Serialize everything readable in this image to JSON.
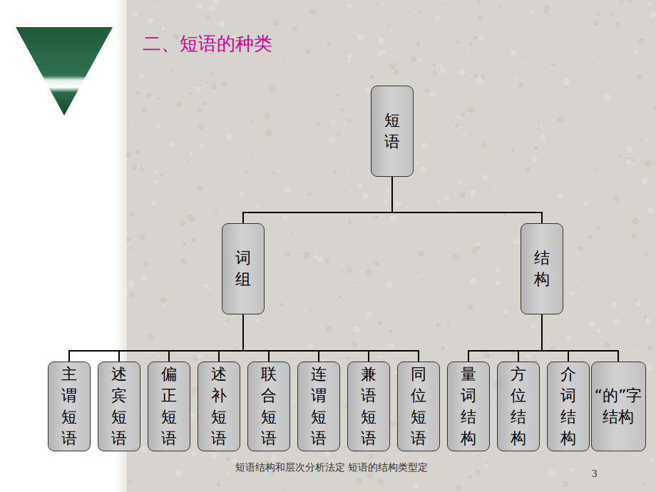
{
  "diagram": {
    "title": "二、短语的种类",
    "caption": "短语结构和层次分析法定 短语的结构类型定",
    "nodes": [
      {
        "text": [
          "短语"
        ]
      },
      {
        "text": [
          "词组"
        ]
      },
      {
        "text": [
          "结构"
        ]
      },
      {
        "text": [
          "主谓 短语"
        ]
      },
      {
        "text": [
          "述宾 短语"
        ]
      },
      {
        "text": [
          "偏正 短语"
        ]
      },
      {
        "text": [
          "述补 短语"
        ]
      },
      {
        "text": [
          "联合 短语"
        ]
      },
      {
        "text": [
          "连谓 短语"
        ]
      },
      {
        "text": [
          "兼语 短语"
        ]
      },
      {
        "text": [
          "同位 短语"
        ]
      },
      {
        "text": [
          "量词 结构"
        ]
      },
      {
        "text": [
          "方位 结构"
        ]
      },
      {
        "text": [
          "介词 结构"
        ]
      },
      {
        "text": [
          "“的”字 结构"
        ]
      }
    ],
    "edges": [
      {
        "from": 0,
        "to": 1,
        "arrow": "none"
      },
      {
        "from": 0,
        "to": 2,
        "arrow": "none"
      },
      {
        "from": 1,
        "to": 3,
        "arrow": "none"
      },
      {
        "from": 1,
        "to": 4,
        "arrow": "none"
      },
      {
        "from": 1,
        "to": 5,
        "arrow": "none"
      },
      {
        "from": 1,
        "to": 6,
        "arrow": "none"
      },
      {
        "from": 1,
        "to": 7,
        "arrow": "none"
      },
      {
        "from": 1,
        "to": 8,
        "arrow": "none"
      },
      {
        "from": 1,
        "to": 9,
        "arrow": "none"
      },
      {
        "from": 1,
        "to": 10,
        "arrow": "none"
      },
      {
        "from": 2,
        "to": 11,
        "arrow": "none"
      },
      {
        "from": 2,
        "to": 12,
        "arrow": "none"
      },
      {
        "from": 2,
        "to": 13,
        "arrow": "none"
      },
      {
        "from": 2,
        "to": 14,
        "arrow": "none"
      }
    ],
    "labels": [
      "3"
    ]
  }
}
